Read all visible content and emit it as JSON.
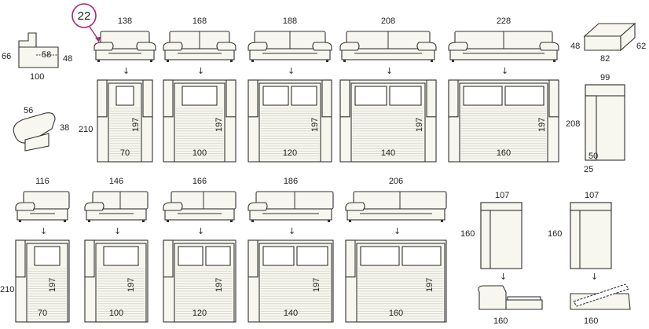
{
  "callout": {
    "label": "22",
    "color": "#b0266f"
  },
  "details": {
    "arm_height": "66",
    "arm_seat": "58",
    "arm_depth": "48",
    "arm_width": "100",
    "cushion_width": "56",
    "cushion_height": "38",
    "ottoman_height": "48",
    "ottoman_depth": "62",
    "ottoman_width": "82",
    "chaise_width": "99",
    "chaise_length": "208",
    "chaise_arm": "50",
    "chaise_base": "25"
  },
  "row1": [
    {
      "width": "138",
      "depth": "210",
      "bed_length": "197",
      "bed_width": "70"
    },
    {
      "width": "168",
      "bed_length": "197",
      "bed_width": "100"
    },
    {
      "width": "188",
      "bed_length": "197",
      "bed_width": "120"
    },
    {
      "width": "208",
      "bed_length": "197",
      "bed_width": "140"
    },
    {
      "width": "228",
      "bed_length": "197",
      "bed_width": "160"
    }
  ],
  "row2": [
    {
      "width": "116",
      "depth": "210",
      "bed_length": "197",
      "bed_width": "70"
    },
    {
      "width": "146",
      "bed_length": "197",
      "bed_width": "100"
    },
    {
      "width": "166",
      "bed_length": "197",
      "bed_width": "120"
    },
    {
      "width": "186",
      "bed_length": "197",
      "bed_width": "140"
    },
    {
      "width": "206",
      "bed_length": "197",
      "bed_width": "160"
    }
  ],
  "chaise_units": [
    {
      "width": "107",
      "length": "160",
      "bed_width": "160"
    },
    {
      "width": "107",
      "length": "160",
      "bed_width": "160"
    }
  ]
}
